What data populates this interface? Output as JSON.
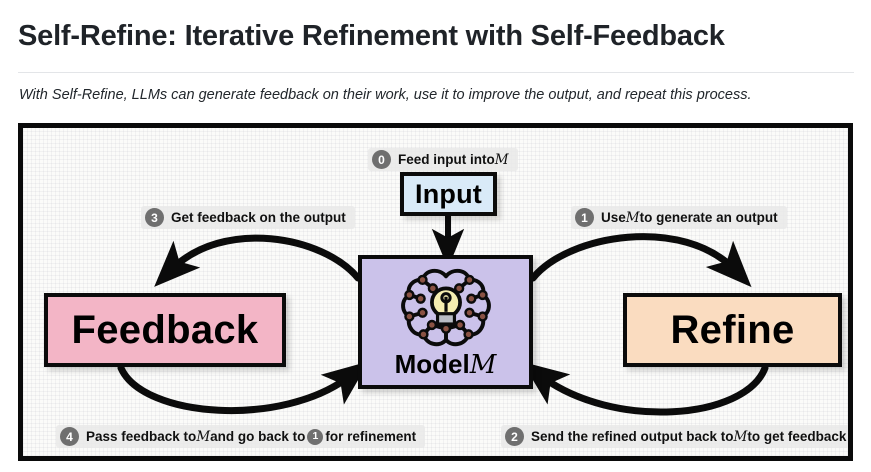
{
  "header": {
    "title": "Self-Refine: Iterative Refinement with Self-Feedback",
    "subtitle": "With Self-Refine, LLMs can generate feedback on their work, use it to improve the output, and repeat this process."
  },
  "diagram": {
    "type": "flow-diagram",
    "nodes": [
      {
        "id": "input",
        "label": "Input",
        "color": "#d9eaf8"
      },
      {
        "id": "model",
        "label": "Model",
        "symbol": "M",
        "color": "#cbc2ea",
        "icon": "brain-lightbulb-icon"
      },
      {
        "id": "feedback",
        "label": "Feedback",
        "color": "#f3b5c6"
      },
      {
        "id": "refine",
        "label": "Refine",
        "color": "#fadcc0"
      }
    ],
    "steps": [
      {
        "number": "0",
        "text_before": "Feed input into ",
        "symbol": "M",
        "text_after": "",
        "from": "input",
        "to": "model"
      },
      {
        "number": "1",
        "text_before": "Use ",
        "symbol": "M",
        "text_after": " to generate an output",
        "from": "model",
        "to": "refine"
      },
      {
        "number": "2",
        "text_before": "Send the refined output back to ",
        "symbol": "M",
        "text_after": " to get feedback",
        "from": "refine",
        "to": "model"
      },
      {
        "number": "3",
        "text_before": "Get feedback on the output",
        "symbol": "",
        "text_after": "",
        "from": "model",
        "to": "feedback"
      },
      {
        "number": "4",
        "text_before": "Pass feedback to ",
        "symbol": "M",
        "text_after": " and go back to ",
        "inline_badge": "1",
        "text_end": " for refinement",
        "from": "feedback",
        "to": "model"
      }
    ],
    "colors": {
      "border": "#0b0b0b",
      "canvas": "#fbfbf9",
      "badge": "#6f6f6f",
      "caption_bg": "#e9e9e9",
      "bulb": "#f5edb0",
      "node_dot": "#7a4a3a"
    }
  }
}
